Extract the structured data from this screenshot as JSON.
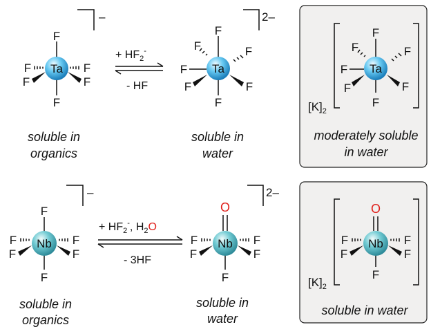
{
  "rows": [
    {
      "start": {
        "metal": "Ta",
        "ligands": [
          "F",
          "F",
          "F",
          "F",
          "F",
          "F"
        ],
        "charge": "–",
        "caption_line1": "soluble in",
        "caption_line2": "organics"
      },
      "arrow": {
        "reagent_top": "+ HF",
        "reagent_top_sub": "2",
        "reagent_top_sup": "-",
        "reagent_top_suffix": "",
        "reagent_top_o": "",
        "reagent_bottom": "- HF"
      },
      "product": {
        "metal": "Ta",
        "ligands": [
          "F",
          "F",
          "F",
          "F",
          "F",
          "F",
          "F"
        ],
        "charge": "2–",
        "caption_line1": "soluble in",
        "caption_line2": "water"
      },
      "salt": {
        "cation": "[K]",
        "cation_sub": "2",
        "metal": "Ta",
        "ligands": [
          "F",
          "F",
          "F",
          "F",
          "F",
          "F",
          "F"
        ],
        "caption_line1": "moderately soluble",
        "caption_line2": "in water"
      }
    },
    {
      "start": {
        "metal": "Nb",
        "ligands": [
          "F",
          "F",
          "F",
          "F",
          "F",
          "F"
        ],
        "charge": "–",
        "caption_line1": "soluble in",
        "caption_line2": "organics"
      },
      "arrow": {
        "reagent_top": "+ HF",
        "reagent_top_sub": "2",
        "reagent_top_sup": "-",
        "reagent_top_suffix": ", H",
        "reagent_top_suffix_sub": "2",
        "reagent_top_o": "O",
        "reagent_bottom": "- 3HF"
      },
      "product": {
        "metal": "Nb",
        "oxo": "O",
        "ligands": [
          "F",
          "F",
          "F",
          "F",
          "F"
        ],
        "charge": "2–",
        "caption_line1": "soluble in",
        "caption_line2": "water"
      },
      "salt": {
        "cation": "[K]",
        "cation_sub": "2",
        "metal": "Nb",
        "oxo": "O",
        "ligands": [
          "F",
          "F",
          "F",
          "F",
          "F"
        ],
        "caption_line1": "soluble in water"
      }
    }
  ],
  "colors": {
    "sphere_light": "#e3f6ff",
    "sphere_mid": "#5cc3ef",
    "sphere_dark": "#1a86c2",
    "nb_sphere_light": "#e6f8f8",
    "nb_sphere_mid": "#67c6cf",
    "nb_sphere_dark": "#2e8f9c",
    "oxo": "#e0201b",
    "panel_fill": "#f1f0ef"
  }
}
